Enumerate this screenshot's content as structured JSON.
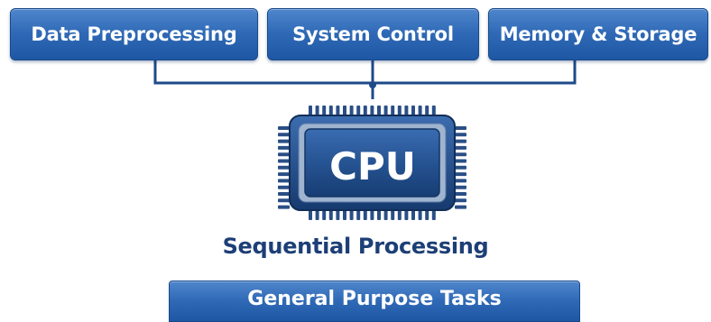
{
  "categories": [
    {
      "label": "Data Preprocessing"
    },
    {
      "label": "System Control"
    },
    {
      "label": "Memory & Storage"
    }
  ],
  "cpu": {
    "label": "CPU",
    "caption": "Sequential Processing"
  },
  "footer": {
    "label": "General Purpose Tasks"
  },
  "colors": {
    "box_fill": "#2f69b6",
    "box_border": "#19498a",
    "connector": "#1e4a8a",
    "chip_body": "#1c3f73",
    "chip_face": "#2b5a9c",
    "pins": "#2a4f86",
    "caption_text": "#1d3f77"
  }
}
